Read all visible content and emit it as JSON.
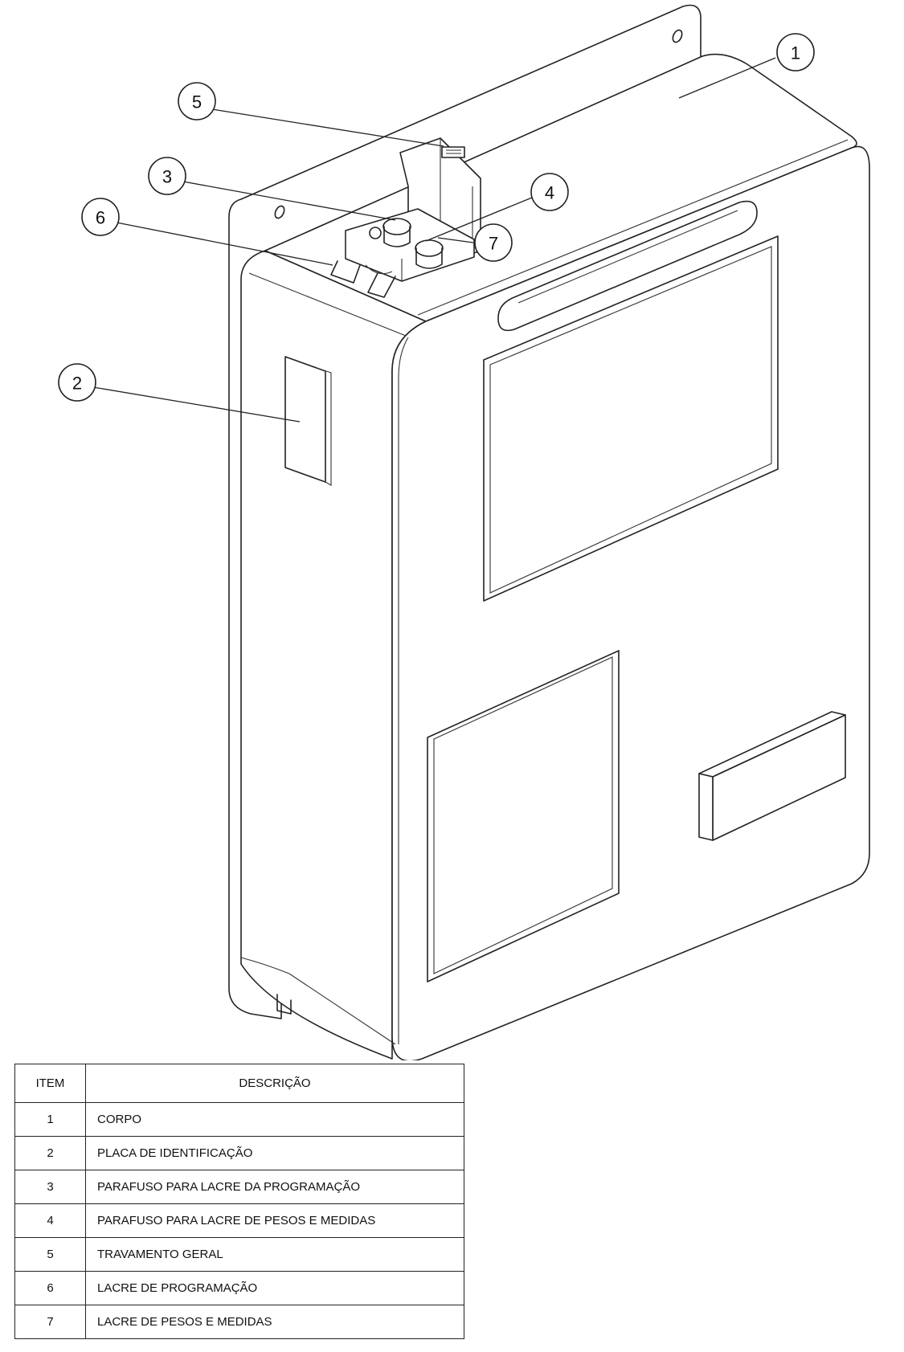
{
  "callouts": [
    "1",
    "2",
    "3",
    "4",
    "5",
    "6",
    "7"
  ],
  "table": {
    "headers": {
      "item": "ITEM",
      "description": "DESCRIÇÃO"
    },
    "rows": [
      {
        "item": "1",
        "description": "CORPO"
      },
      {
        "item": "2",
        "description": "PLACA DE IDENTIFICAÇÃO"
      },
      {
        "item": "3",
        "description": "PARAFUSO PARA LACRE DA PROGRAMAÇÃO"
      },
      {
        "item": "4",
        "description": "PARAFUSO PARA LACRE DE PESOS E MEDIDAS"
      },
      {
        "item": "5",
        "description": "TRAVAMENTO GERAL"
      },
      {
        "item": "6",
        "description": "LACRE DE PROGRAMAÇÃO"
      },
      {
        "item": "7",
        "description": "LACRE DE PESOS E MEDIDAS"
      }
    ]
  }
}
